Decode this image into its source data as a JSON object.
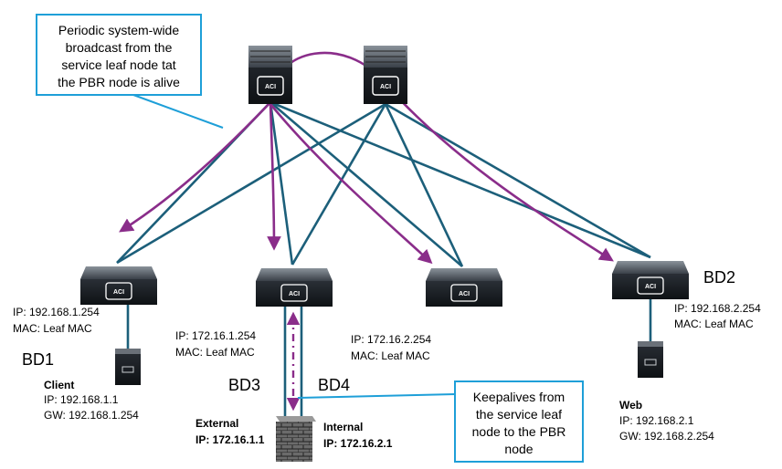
{
  "callout_top": {
    "lines": [
      "Periodic system-wide",
      "broadcast from the",
      "service leaf node tat",
      "the PBR node is alive"
    ]
  },
  "callout_bottom": {
    "lines": [
      "Keepalives from",
      "the service leaf",
      "node to the PBR",
      "node"
    ]
  },
  "device_label": "ACI",
  "bd1": {
    "name": "BD1",
    "ip": "IP: 192.168.1.254",
    "mac": "MAC: Leaf MAC"
  },
  "bd2": {
    "name": "BD2",
    "ip": "IP: 192.168.2.254",
    "mac": "MAC: Leaf MAC"
  },
  "bd3": {
    "name": "BD3",
    "ip": "IP: 172.16.1.254",
    "mac": "MAC: Leaf MAC"
  },
  "bd4": {
    "name": "BD4",
    "ip": "IP: 172.16.2.254",
    "mac": "MAC: Leaf MAC"
  },
  "client": {
    "title": "Client",
    "ip": "IP: 192.168.1.1",
    "gw": "GW: 192.168.1.254"
  },
  "web": {
    "title": "Web",
    "ip": "IP: 192.168.2.1",
    "gw": "GW: 192.168.2.254"
  },
  "firewall": {
    "external_title": "External",
    "external_ip": "IP: 172.16.1.1",
    "internal_title": "Internal",
    "internal_ip": "IP: 172.16.2.1"
  },
  "colors": {
    "fabric_link": "#1c5f7a",
    "broadcast_arrow": "#8a2d8a",
    "callout_border": "#1e9fd8",
    "device_dark": "#1a1e24",
    "firewall": "#6b6b6b"
  }
}
